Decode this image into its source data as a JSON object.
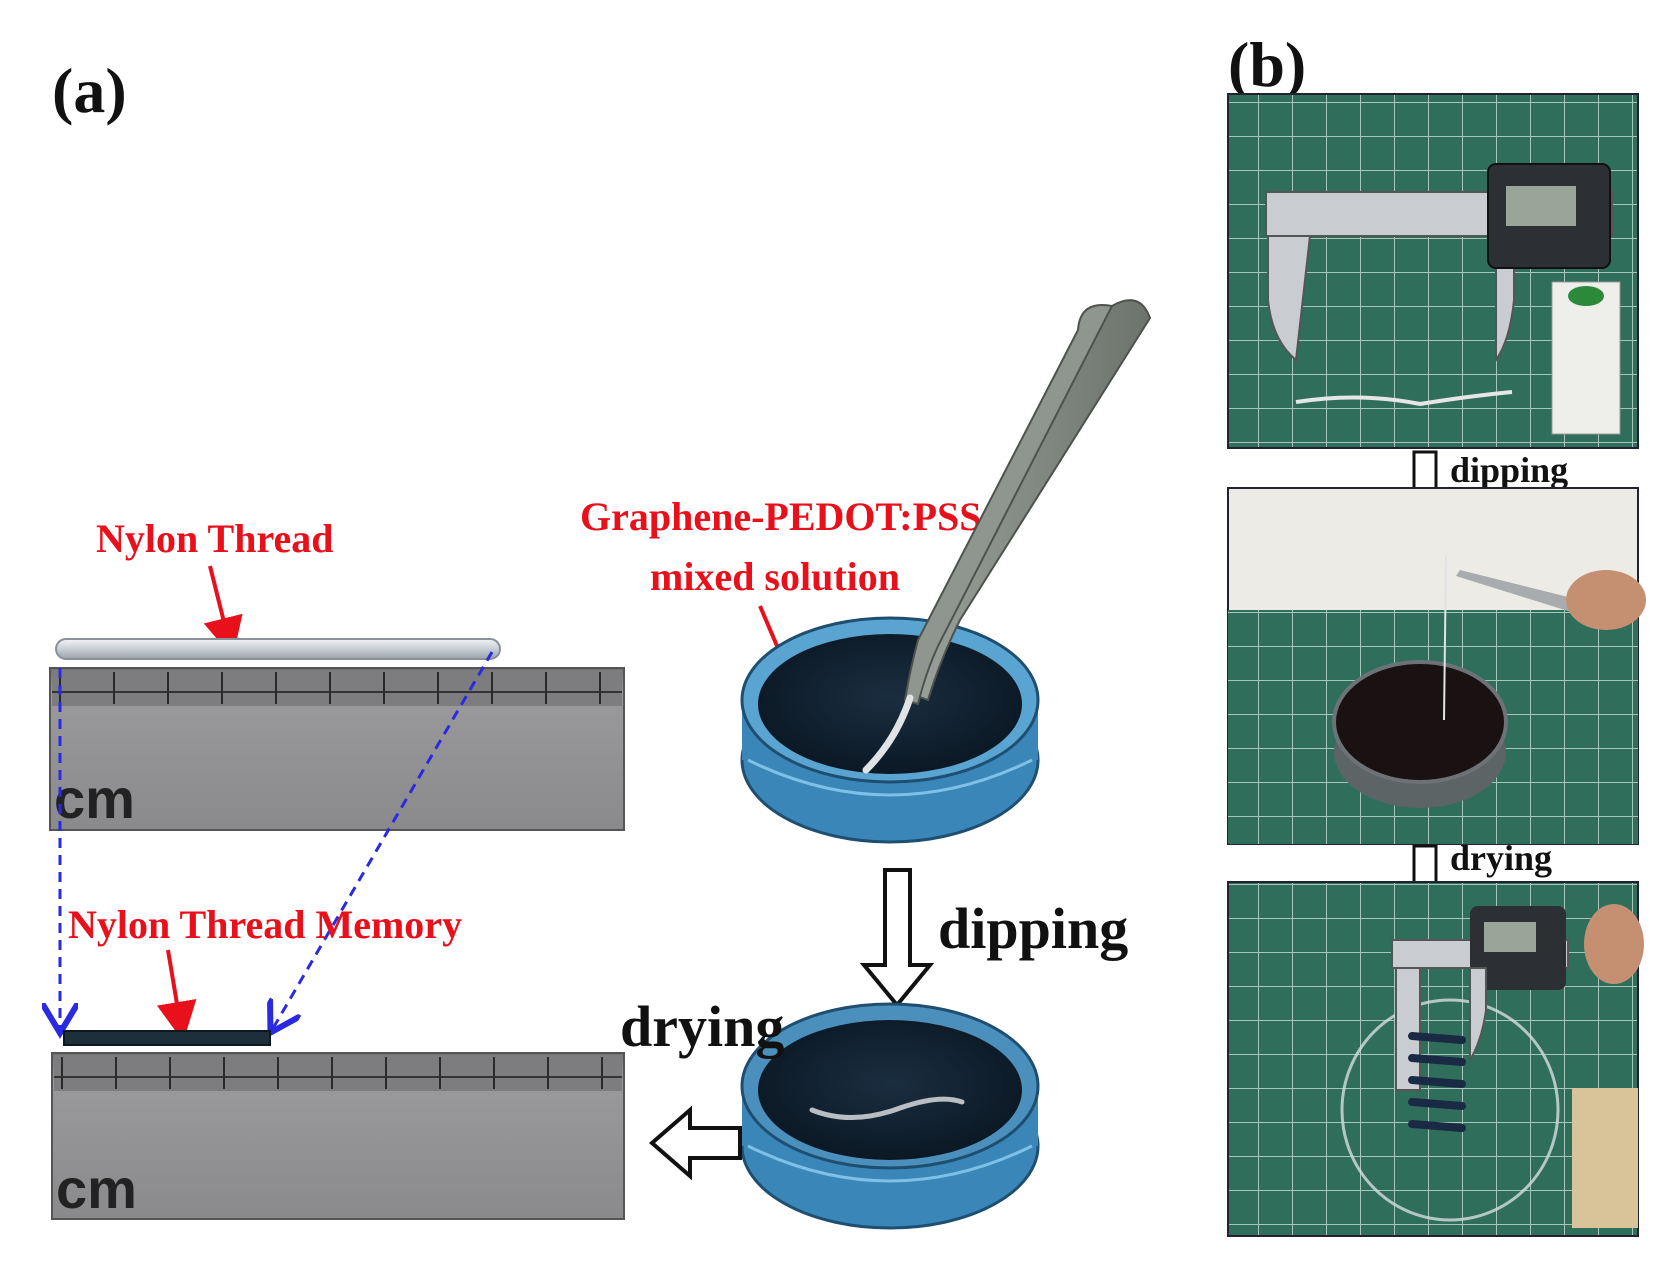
{
  "panel_a": {
    "label": "(a)",
    "nylon_thread_label": "Nylon Thread",
    "nylon_memory_label": "Nylon Thread Memory",
    "solution_label_line1": "Graphene-PEDOT:PSS",
    "solution_label_line2": "mixed solution",
    "ruler_unit": "cm",
    "step_dipping": "dipping",
    "step_drying": "drying"
  },
  "panel_b": {
    "label": "(b)",
    "step_dipping": "dipping",
    "step_drying": "drying"
  },
  "colors": {
    "red_label": "#e8101a",
    "blue_dashed": "#2a2ae0",
    "ruler_gray": "#8a8a8c",
    "solution_dark": "#0e1c2a",
    "dish_blue": "#3b86b8",
    "mat_green": "#2e6b5a"
  }
}
